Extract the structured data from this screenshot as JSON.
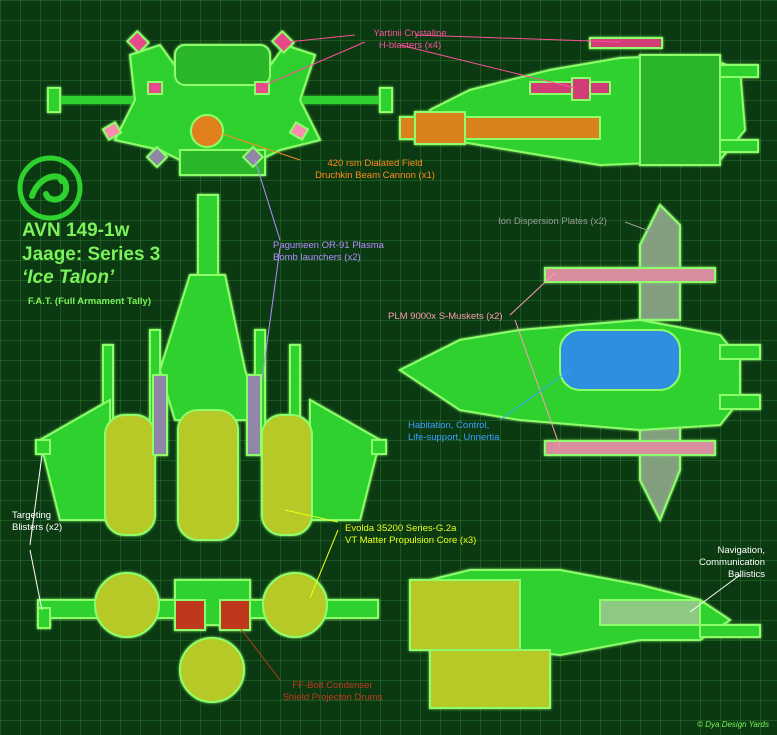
{
  "header": {
    "line1": "AVN 149-1w",
    "line2": "Jaage: Series 3",
    "line3": "‘Ice Talon’",
    "subtitle": "F.A.T. (Full Armament Tally)"
  },
  "labels": {
    "h_blasters_1": "Yartinii Crystaline",
    "h_blasters_2": "H-blasters (x4)",
    "beam_cannon_1": "420 rsm Dialated Field",
    "beam_cannon_2": "Druchkin Beam Cannon (x1)",
    "bomb_launchers_1": "Pagumeen OR-91 Plasma",
    "bomb_launchers_2": "Bomb launchers (x2)",
    "ion_plates": "Ion Dispersion Plates (x2)",
    "s_muskets": "PLM 9000x S-Muskets (x2)",
    "habitation_1": "Habitation, Control,",
    "habitation_2": "Life-support, Unnertia",
    "targeting_1": "Targeting",
    "targeting_2": "Blisters (x2)",
    "propulsion_1": "Evolda 35200 Series-G.2a",
    "propulsion_2": "VT Matter Propulsion Core (x3)",
    "navigation_1": "Navigation,",
    "navigation_2": "Communication",
    "navigation_3": "Ballistics",
    "drums_1": "FF-Bolt Condenser",
    "drums_2": "Shield Projecton Drums"
  },
  "copyright": "© Dya Design Yards",
  "colors": {
    "background": "#0b3a12",
    "grid": "#3aa83a",
    "hull": "#2fd12f",
    "outline": "#8dff6a",
    "title": "#7cf25a",
    "h_blasters": "#ff4f9a",
    "beam_cannon": "#ff8a1e",
    "bomb_launchers": "#b48cff",
    "ion_plates": "#9a9a9a",
    "s_muskets": "#ff9ab5",
    "habitation": "#3aa0ff",
    "targeting": "#ffffff",
    "propulsion": "#e8ff1a",
    "navigation": "#ffffff",
    "drums": "#c0391f"
  },
  "icons": [
    "dya-swirl-logo-icon"
  ]
}
